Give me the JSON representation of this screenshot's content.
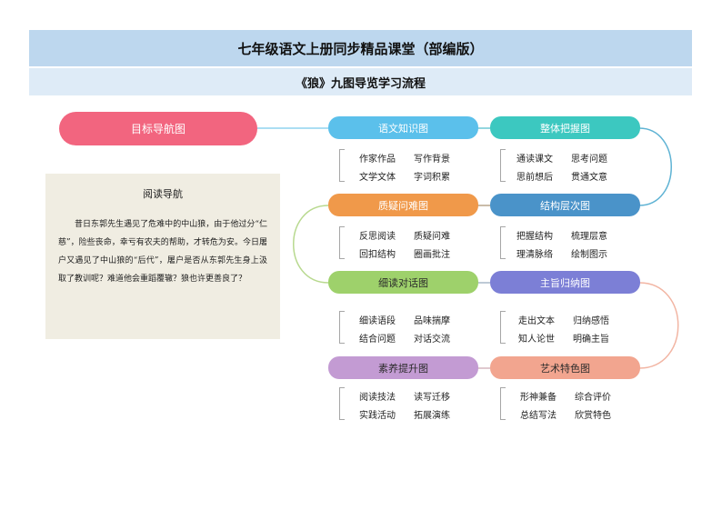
{
  "header": {
    "title": "七年级语文上册同步精品课堂（部编版）",
    "subtitle": "《狼》九图导览学习流程"
  },
  "root": {
    "label": "目标导航图",
    "color": "#f2657f"
  },
  "reading": {
    "title": "阅读导航",
    "body": "昔日东郭先生遇见了危难中的中山狼，由于他过分“仁慈”，险些丧命，幸亏有农夫的帮助，才转危为安。今日屠户又遇见了中山狼的“后代”，屠户是否从东郭先生身上汲取了教训呢？难道他会重蹈覆辙？狼也许更善良了？"
  },
  "nodes": [
    {
      "label": "语文知识图",
      "color": "#5bc0eb",
      "items": [
        "作家作品",
        "写作背景",
        "文学文体",
        "字词积累"
      ]
    },
    {
      "label": "整体把握图",
      "color": "#3cc8c0",
      "items": [
        "通读课文",
        "思考问题",
        "思前想后",
        "贯通文意"
      ]
    },
    {
      "label": "质疑问难图",
      "color": "#f0994a",
      "items": [
        "反思阅读",
        "质疑问难",
        "回扣结构",
        "圈画批注"
      ]
    },
    {
      "label": "结构层次图",
      "color": "#4a93c9",
      "items": [
        "把握结构",
        "梳理层意",
        "理清脉络",
        "绘制图示"
      ]
    },
    {
      "label": "细读对话图",
      "color": "#9ed16b",
      "items": [
        "细读语段",
        "品味揣摩",
        "结合问题",
        "对话交流"
      ]
    },
    {
      "label": "主旨归纳图",
      "color": "#7c7fd6",
      "items": [
        "走出文本",
        "归纳感悟",
        "知人论世",
        "明确主旨"
      ]
    },
    {
      "label": "素养提升图",
      "color": "#c39bd3",
      "items": [
        "阅读技法",
        "读写迁移",
        "实践活动",
        "拓展演练"
      ]
    },
    {
      "label": "艺术特色图",
      "color": "#f2a58f",
      "items": [
        "形神兼备",
        "综合评价",
        "总结写法",
        "欣赏特色"
      ]
    }
  ]
}
